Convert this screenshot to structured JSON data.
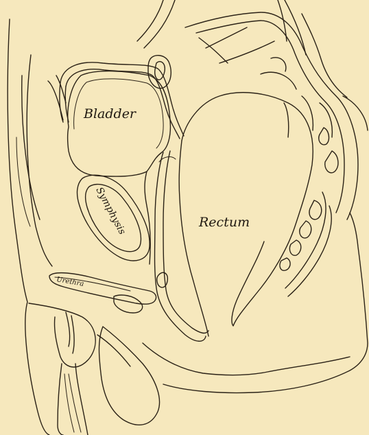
{
  "labels": {
    "bladder": "Bladder",
    "symphysis": "Symphysis",
    "rectum": "Rectum",
    "urethra": "Urethra"
  },
  "colors": {
    "paper": "#f6e8bd",
    "ink": "#2a2116"
  }
}
